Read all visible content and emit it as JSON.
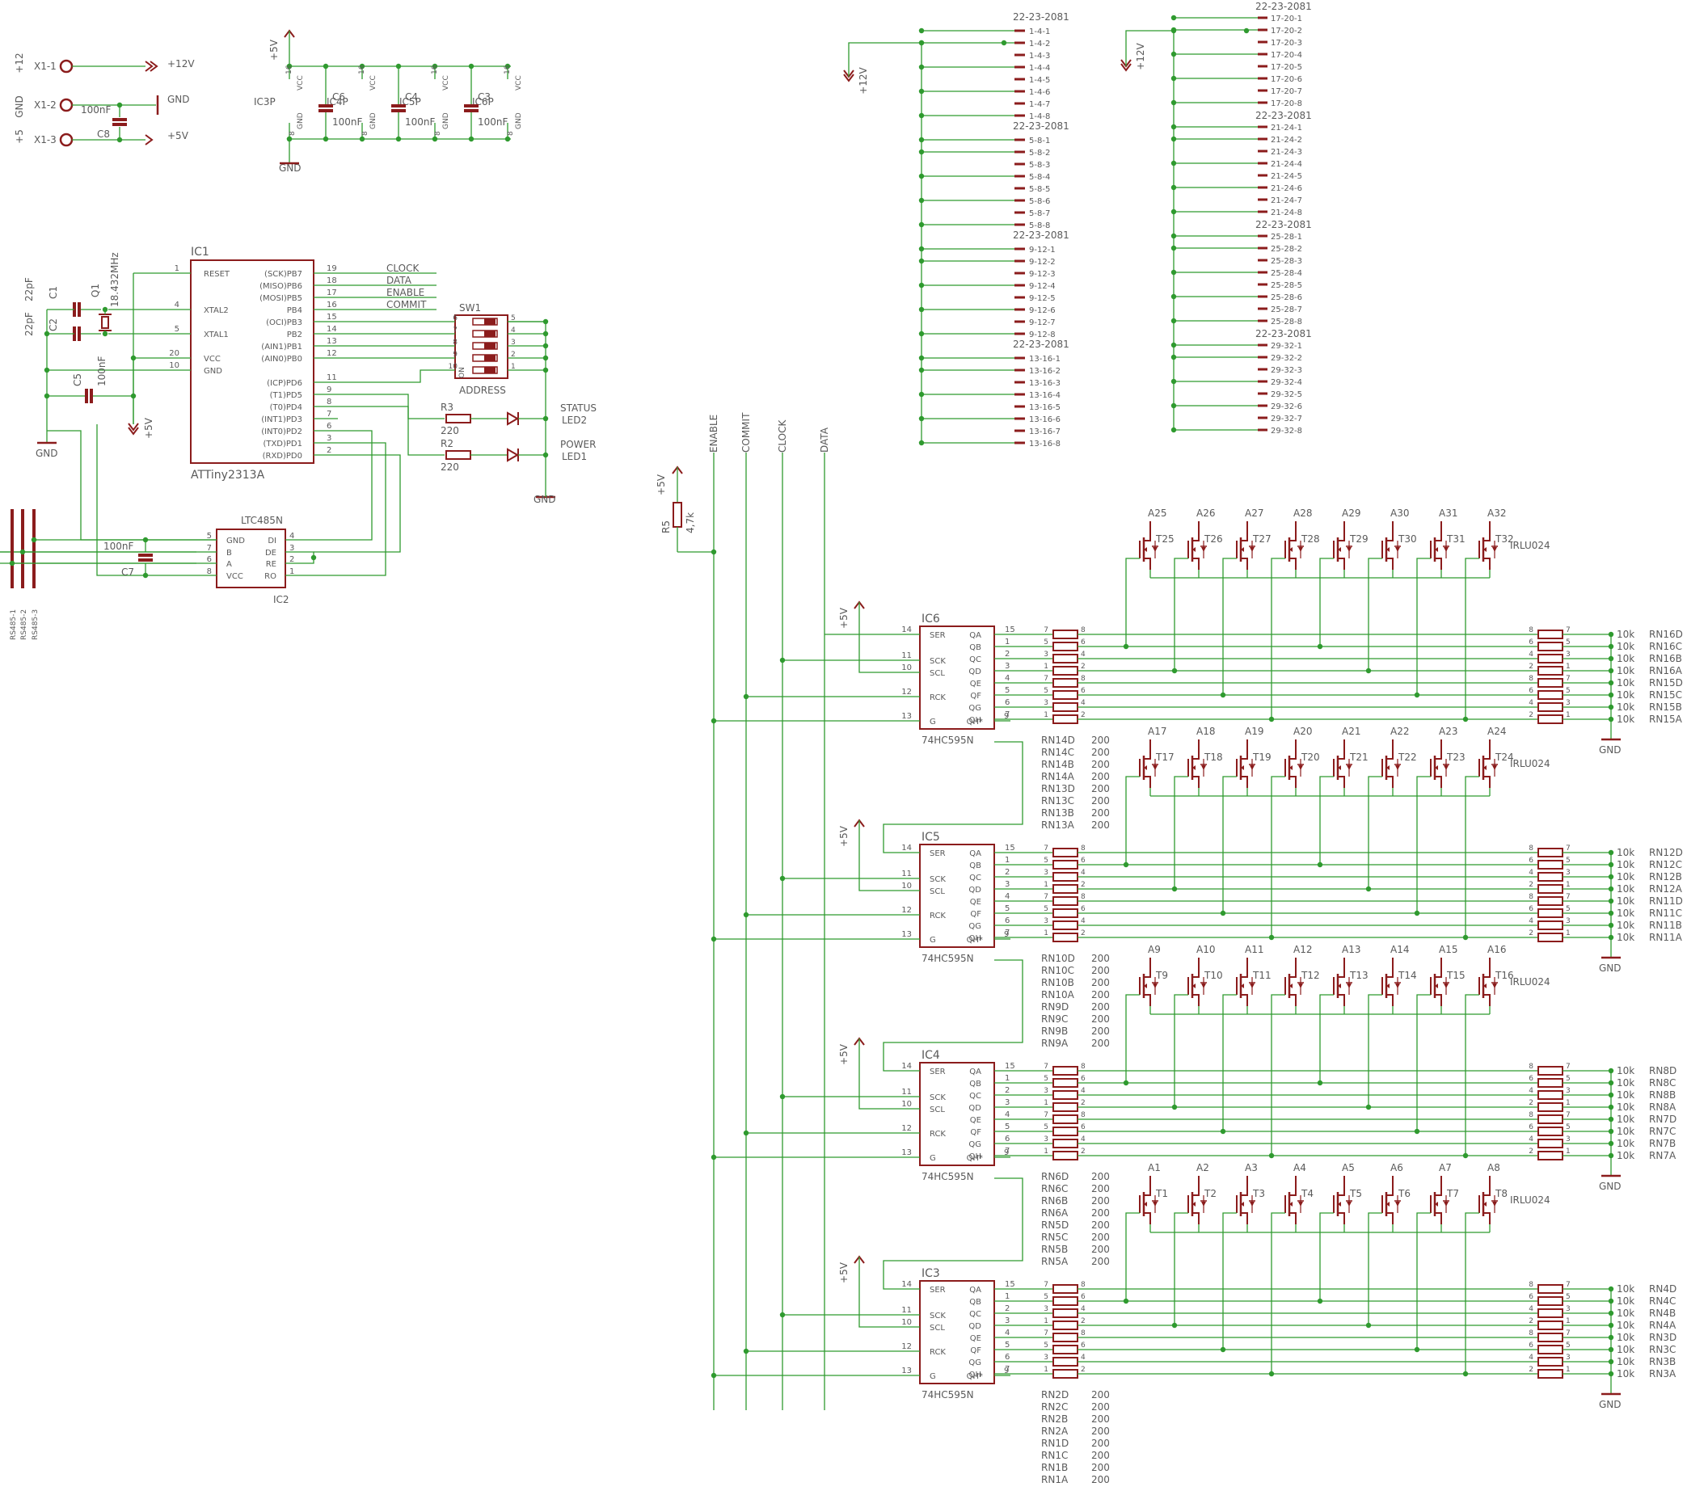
{
  "colors": {
    "wire": "#2f9a2f",
    "part": "#8b1c1c",
    "text": "#5a5a5a",
    "junction": "#2f9a2f"
  },
  "power": {
    "x1_labels": [
      "X1-1",
      "X1-2",
      "X1-3"
    ],
    "rail_labels": [
      "+12",
      "GND",
      "+5"
    ],
    "net_labels": [
      "+12V",
      "GND",
      "+5V"
    ],
    "c8_name": "C8",
    "c8_value": "100nF"
  },
  "decoupling": {
    "top_supply": "+5V",
    "ground": "GND",
    "caps": [
      {
        "name": "C6",
        "value": "100nF"
      },
      {
        "name": "C4",
        "value": "100nF"
      },
      {
        "name": "C3",
        "value": "100nF"
      }
    ],
    "ic_labels": [
      "IC3P",
      "IC4P",
      "IC5P",
      "IC6P"
    ],
    "pin_vcc": "16",
    "pin_gnd": "8",
    "vcc_text": "VCC",
    "gnd_text": "GND"
  },
  "mcu": {
    "name": "IC1",
    "part": "ATTiny2313A",
    "left_pins": [
      {
        "num": "1",
        "name": "RESET"
      },
      {
        "num": "4",
        "name": "XTAL2"
      },
      {
        "num": "5",
        "name": "XTAL1"
      },
      {
        "num": "20",
        "name": "VCC"
      },
      {
        "num": "10",
        "name": "GND"
      }
    ],
    "right_pins": [
      {
        "num": "19",
        "name": "(SCK)PB7"
      },
      {
        "num": "18",
        "name": "(MISO)PB6"
      },
      {
        "num": "17",
        "name": "(MOSI)PB5"
      },
      {
        "num": "16",
        "name": "PB4"
      },
      {
        "num": "15",
        "name": "(OCI)PB3"
      },
      {
        "num": "14",
        "name": "PB2"
      },
      {
        "num": "13",
        "name": "(AIN1)PB1"
      },
      {
        "num": "12",
        "name": "(AIN0)PB0"
      },
      {
        "num": "11",
        "name": "(ICP)PD6"
      },
      {
        "num": "9",
        "name": "(T1)PD5"
      },
      {
        "num": "8",
        "name": "(T0)PD4"
      },
      {
        "num": "7",
        "name": "(INT1)PD3"
      },
      {
        "num": "6",
        "name": "(INT0)PD2"
      },
      {
        "num": "3",
        "name": "(TXD)PD1"
      },
      {
        "num": "2",
        "name": "(RXD)PD0"
      }
    ],
    "bus_nets": [
      "CLOCK",
      "DATA",
      "ENABLE",
      "COMMIT"
    ]
  },
  "crystal": {
    "name": "Q1",
    "value": "18.432MHz",
    "c1": "C1",
    "c1_value": "22pF",
    "c2": "C2",
    "c2_value": "22pF",
    "c5": "C5",
    "c5_value": "100nF",
    "gnd": "GND",
    "vcc": "+5V"
  },
  "switch": {
    "name": "SW1",
    "label": "ADDRESS",
    "on_text": "ON",
    "pins_left": [
      "6",
      "7",
      "8",
      "9",
      "10"
    ],
    "pins_right": [
      "5",
      "4",
      "3",
      "2",
      "1"
    ]
  },
  "leds": {
    "r3": "R3",
    "r3_value": "220",
    "r2": "R2",
    "r2_value": "220",
    "led2_name": "LED2",
    "led2_label": "STATUS",
    "led1_name": "LED1",
    "led1_label": "POWER",
    "gnd": "GND"
  },
  "rs485": {
    "name": "IC2",
    "part": "LTC485N",
    "left_pins": [
      {
        "num": "5",
        "name": "GND"
      },
      {
        "num": "7",
        "name": "B"
      },
      {
        "num": "6",
        "name": "A"
      },
      {
        "num": "8",
        "name": "VCC"
      }
    ],
    "right_pins": [
      {
        "num": "4",
        "name": "DI"
      },
      {
        "num": "3",
        "name": "DE"
      },
      {
        "num": "2",
        "name": "RE"
      },
      {
        "num": "1",
        "name": "RO"
      }
    ],
    "c7": "C7",
    "c7_value": "100nF",
    "connectors": [
      "RS485-1",
      "RS485-2",
      "RS485-3"
    ]
  },
  "bus": {
    "nets": [
      "ENABLE",
      "COMMIT",
      "CLOCK",
      "DATA"
    ],
    "r5": "R5",
    "r5_value": "4,7k",
    "vcc": "+5V"
  },
  "connectors": {
    "part": "22-23-2081",
    "supply": "+12V",
    "left": [
      [
        "1-4-1",
        "1-4-2",
        "1-4-3",
        "1-4-4",
        "1-4-5",
        "1-4-6",
        "1-4-7",
        "1-4-8"
      ],
      [
        "5-8-1",
        "5-8-2",
        "5-8-3",
        "5-8-4",
        "5-8-5",
        "5-8-6",
        "5-8-7",
        "5-8-8"
      ],
      [
        "9-12-1",
        "9-12-2",
        "9-12-3",
        "9-12-4",
        "9-12-5",
        "9-12-6",
        "9-12-7",
        "9-12-8"
      ],
      [
        "13-16-1",
        "13-16-2",
        "13-16-3",
        "13-16-4",
        "13-16-5",
        "13-16-6",
        "13-16-7",
        "13-16-8"
      ]
    ],
    "right": [
      [
        "17-20-1",
        "17-20-2",
        "17-20-3",
        "17-20-4",
        "17-20-5",
        "17-20-6",
        "17-20-7",
        "17-20-8"
      ],
      [
        "21-24-1",
        "21-24-2",
        "21-24-3",
        "21-24-4",
        "21-24-5",
        "21-24-6",
        "21-24-7",
        "21-24-8"
      ],
      [
        "25-28-1",
        "25-28-2",
        "25-28-3",
        "25-28-4",
        "25-28-5",
        "25-28-6",
        "25-28-7",
        "25-28-8"
      ],
      [
        "29-32-1",
        "29-32-2",
        "29-32-3",
        "29-32-4",
        "29-32-5",
        "29-32-6",
        "29-32-7",
        "29-32-8"
      ]
    ]
  },
  "shift": {
    "part": "74HC595N",
    "vcc": "+5V",
    "gnd": "GND",
    "mosfet_part": "IRLU024",
    "left_pins": [
      {
        "num": "14",
        "name": "SER"
      },
      {
        "num": "11",
        "name": "SCK"
      },
      {
        "num": "10",
        "name": "SCL"
      },
      {
        "num": "12",
        "name": "RCK"
      },
      {
        "num": "13",
        "name": "G"
      }
    ],
    "outputs": [
      "QA",
      "QB",
      "QC",
      "QD",
      "QE",
      "QF",
      "QG",
      "QH"
    ],
    "output_pins": [
      "15",
      "1",
      "2",
      "3",
      "4",
      "5",
      "6",
      "7"
    ],
    "qhs": "QH*",
    "qhs_pin": "9",
    "rn_pins_left": [
      "7",
      "5",
      "3",
      "1",
      "7",
      "5",
      "3",
      "1"
    ],
    "rn_pins_right": [
      "8",
      "6",
      "4",
      "2",
      "8",
      "6",
      "4",
      "2"
    ],
    "pd_pins_left": [
      "8",
      "6",
      "4",
      "2",
      "8",
      "6",
      "4",
      "2"
    ],
    "pd_pins_right": [
      "7",
      "5",
      "3",
      "1",
      "7",
      "5",
      "3",
      "1"
    ],
    "pd_value": "10k",
    "series_value": "200",
    "blocks": [
      {
        "ic": "IC6",
        "transistors": [
          "T25",
          "T26",
          "T27",
          "T28",
          "T29",
          "T30",
          "T31",
          "T32"
        ],
        "outputs": [
          "A25",
          "A26",
          "A27",
          "A28",
          "A29",
          "A30",
          "A31",
          "A32"
        ],
        "pulldowns": [
          "RN16D",
          "RN16C",
          "RN16B",
          "RN16A",
          "RN15D",
          "RN15C",
          "RN15B",
          "RN15A"
        ],
        "series": [
          "RN14D",
          "RN14C",
          "RN14B",
          "RN14A",
          "RN13D",
          "RN13C",
          "RN13B",
          "RN13A"
        ]
      },
      {
        "ic": "IC5",
        "transistors": [
          "T17",
          "T18",
          "T19",
          "T20",
          "T21",
          "T22",
          "T23",
          "T24"
        ],
        "outputs": [
          "A17",
          "A18",
          "A19",
          "A20",
          "A21",
          "A22",
          "A23",
          "A24"
        ],
        "pulldowns": [
          "RN12D",
          "RN12C",
          "RN12B",
          "RN12A",
          "RN11D",
          "RN11C",
          "RN11B",
          "RN11A"
        ],
        "series": [
          "RN10D",
          "RN10C",
          "RN10B",
          "RN10A",
          "RN9D",
          "RN9C",
          "RN9B",
          "RN9A"
        ]
      },
      {
        "ic": "IC4",
        "transistors": [
          "T9",
          "T10",
          "T11",
          "T12",
          "T13",
          "T14",
          "T15",
          "T16"
        ],
        "outputs": [
          "A9",
          "A10",
          "A11",
          "A12",
          "A13",
          "A14",
          "A15",
          "A16"
        ],
        "pulldowns": [
          "RN8D",
          "RN8C",
          "RN8B",
          "RN8A",
          "RN7D",
          "RN7C",
          "RN7B",
          "RN7A"
        ],
        "series": [
          "RN6D",
          "RN6C",
          "RN6B",
          "RN6A",
          "RN5D",
          "RN5C",
          "RN5B",
          "RN5A"
        ]
      },
      {
        "ic": "IC3",
        "transistors": [
          "T1",
          "T2",
          "T3",
          "T4",
          "T5",
          "T6",
          "T7",
          "T8"
        ],
        "outputs": [
          "A1",
          "A2",
          "A3",
          "A4",
          "A5",
          "A6",
          "A7",
          "A8"
        ],
        "pulldowns": [
          "RN4D",
          "RN4C",
          "RN4B",
          "RN4A",
          "RN3D",
          "RN3C",
          "RN3B",
          "RN3A"
        ],
        "series": [
          "RN2D",
          "RN2C",
          "RN2B",
          "RN2A",
          "RN1D",
          "RN1C",
          "RN1B",
          "RN1A"
        ]
      }
    ]
  }
}
